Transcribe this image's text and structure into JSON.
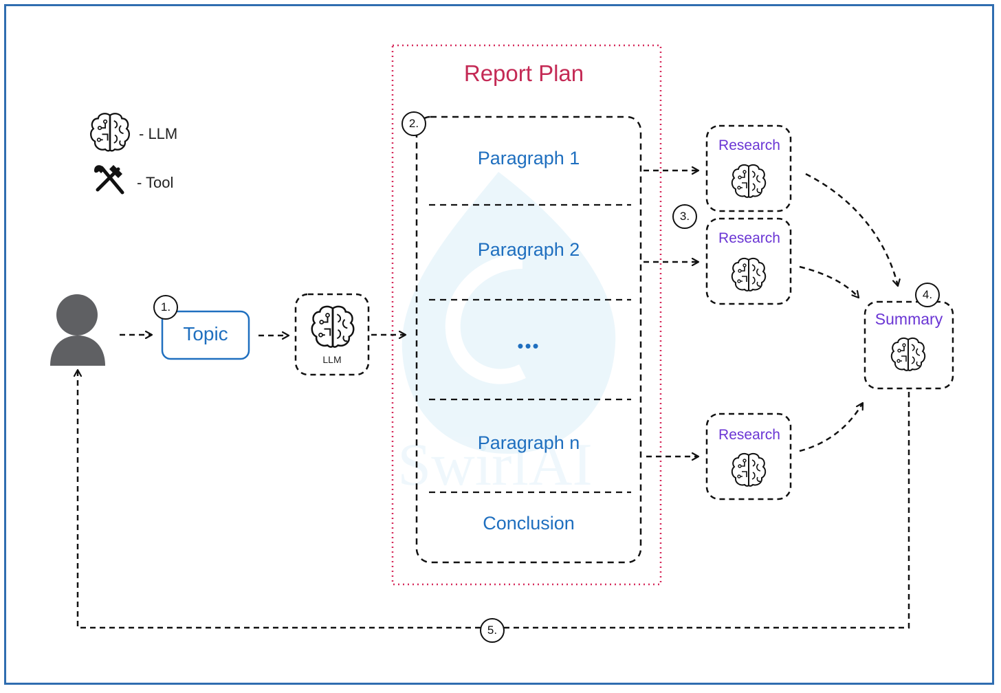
{
  "legend": {
    "llm_label": "- LLM",
    "tool_label": "- Tool",
    "llm_icon": "brain-icon",
    "tool_icon": "hammer-wrench-icon"
  },
  "watermark": "SwirlAI",
  "topic": "Topic",
  "llm_caption": "LLM",
  "report_plan": {
    "title": "Report Plan",
    "sections": [
      "Paragraph 1",
      "Paragraph 2",
      "•••",
      "Paragraph n",
      "Conclusion"
    ]
  },
  "research_label": "Research",
  "summary_label": "Summary",
  "steps": [
    "1.",
    "2.",
    "3.",
    "4.",
    "5."
  ],
  "colors": {
    "frame": "#2f6db0",
    "plan_border": "#d6295a",
    "blue_text": "#1f6fbf",
    "purple_text": "#6a35d4",
    "dashed": "#111111",
    "user": "#5f6063"
  }
}
